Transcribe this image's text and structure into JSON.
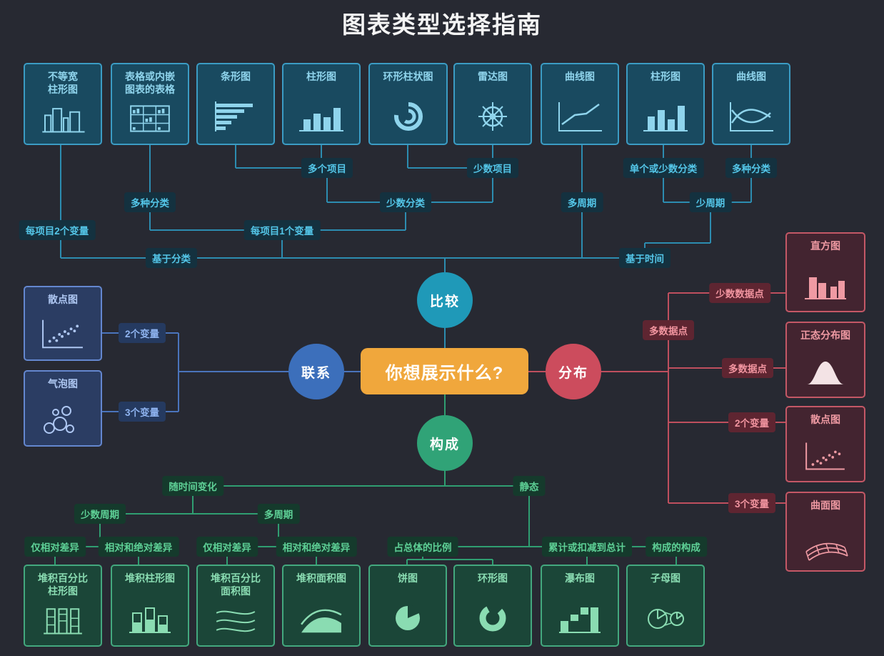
{
  "title": "图表类型选择指南",
  "center_question": "你想展示什么?",
  "nodes": {
    "compare": "比较",
    "relation": "联系",
    "distribution": "分布",
    "composition": "构成"
  },
  "top": {
    "cards": [
      {
        "label": "不等宽\n柱形图"
      },
      {
        "label": "表格或内嵌\n图表的表格"
      },
      {
        "label": "条形图"
      },
      {
        "label": "柱形图"
      },
      {
        "label": "环形柱状图"
      },
      {
        "label": "雷达图"
      },
      {
        "label": "曲线图"
      },
      {
        "label": "柱形图"
      },
      {
        "label": "曲线图"
      }
    ],
    "labels": {
      "many_items": "多个项目",
      "few_items": "少数项目",
      "many_categories": "多种分类",
      "few_categories": "少数分类",
      "many_periods": "多周期",
      "single_or_few_categories": "单个或少数分类",
      "many_categories_2": "多种分类",
      "few_periods": "少周期",
      "two_vars_per_item": "每项目2个变量",
      "one_var_per_item": "每项目1个变量",
      "by_category": "基于分类",
      "by_time": "基于时间"
    }
  },
  "left": {
    "cards": [
      {
        "label": "散点图"
      },
      {
        "label": "气泡图"
      }
    ],
    "labels": {
      "two_vars": "2个变量",
      "three_vars": "3个变量"
    }
  },
  "right": {
    "cards": [
      {
        "label": "直方图"
      },
      {
        "label": "正态分布图"
      },
      {
        "label": "散点图"
      },
      {
        "label": "曲面图"
      }
    ],
    "labels": {
      "few_data_points": "少数数据点",
      "many_data_points_a": "多数据点",
      "many_data_points_b": "多数据点",
      "two_vars": "2个变量",
      "three_vars": "3个变量"
    }
  },
  "bottom": {
    "cards": [
      {
        "label": "堆积百分比\n柱形图"
      },
      {
        "label": "堆积柱形图"
      },
      {
        "label": "堆积百分比\n面积图"
      },
      {
        "label": "堆积面积图"
      },
      {
        "label": "饼图"
      },
      {
        "label": "环形图"
      },
      {
        "label": "瀑布图"
      },
      {
        "label": "子母图"
      }
    ],
    "labels": {
      "time_varying": "随时间变化",
      "static_label": "静态",
      "few_periods": "少数周期",
      "many_periods": "多周期",
      "relative_only_a": "仅相对差异",
      "relative_absolute_a": "相对和绝对差异",
      "relative_only_b": "仅相对差异",
      "relative_absolute_b": "相对和绝对差异",
      "proportion_of_total": "占总体的比例",
      "accumulate_or_deduct": "累计或扣减到总计",
      "composition_of_composition": "构成的构成"
    }
  }
}
